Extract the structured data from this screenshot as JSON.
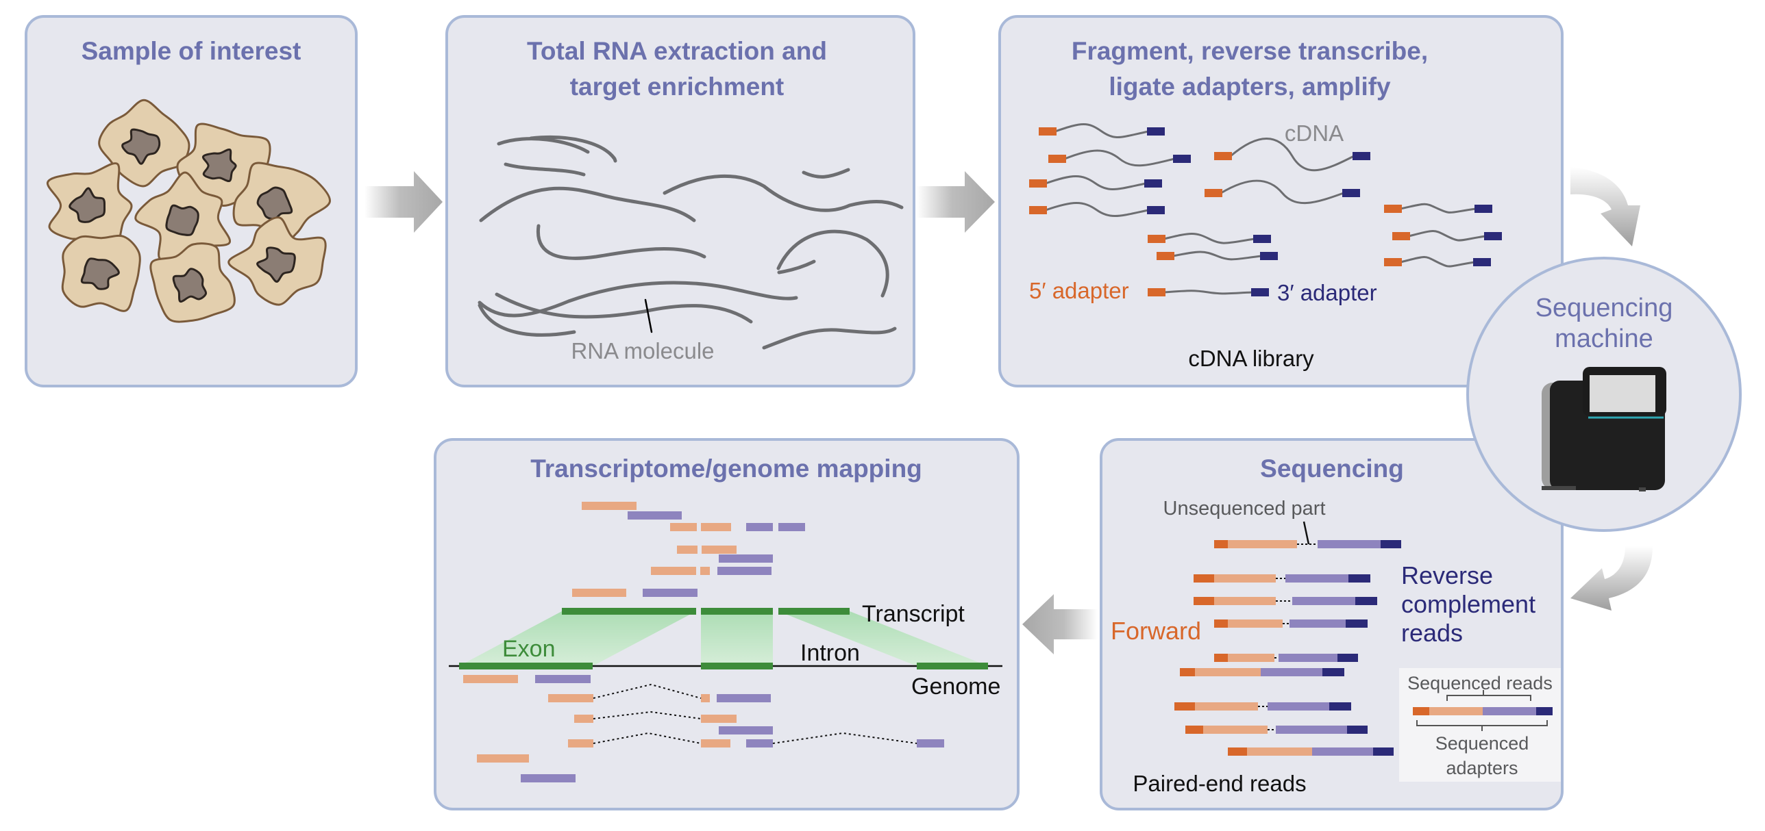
{
  "colors": {
    "panel_fill": "#e6e7ee",
    "panel_border": "#a9b9d8",
    "title": "#6b71ad",
    "adapter_5prime": "#d8672a",
    "adapter_3prime": "#2b2a78",
    "read_forward": "#e8a882",
    "read_reverse": "#8e84be",
    "exon_green": "#3d8c3a",
    "rna_gray": "#6d6e71",
    "cell_fill": "#e3cfae",
    "nucleus_fill": "#8b7d74"
  },
  "panels": {
    "sample": {
      "title": "Sample of interest"
    },
    "rna": {
      "title_line1": "Total RNA extraction and",
      "title_line2": "target enrichment",
      "molecule_label": "RNA molecule"
    },
    "cdna": {
      "title_line1": "Fragment, reverse transcribe,",
      "title_line2": "ligate adapters, amplify",
      "cdna_label": "cDNA",
      "adapter5_label": "5′ adapter",
      "adapter3_label": "3′ adapter",
      "library_label": "cDNA library"
    },
    "machine": {
      "title_line1": "Sequencing",
      "title_line2": "machine"
    },
    "sequencing": {
      "title": "Sequencing",
      "unsequenced_label": "Unsequenced part",
      "forward_label": "Forward",
      "reverse_line1": "Reverse",
      "reverse_line2": "complement",
      "reverse_line3": "reads",
      "paired_label": "Paired-end reads",
      "legend_reads": "Sequenced reads",
      "legend_adapters_line1": "Sequenced",
      "legend_adapters_line2": "adapters"
    },
    "mapping": {
      "title": "Transcriptome/genome mapping",
      "transcript_label": "Transcript",
      "exon_label": "Exon",
      "intron_label": "Intron",
      "genome_label": "Genome"
    }
  }
}
